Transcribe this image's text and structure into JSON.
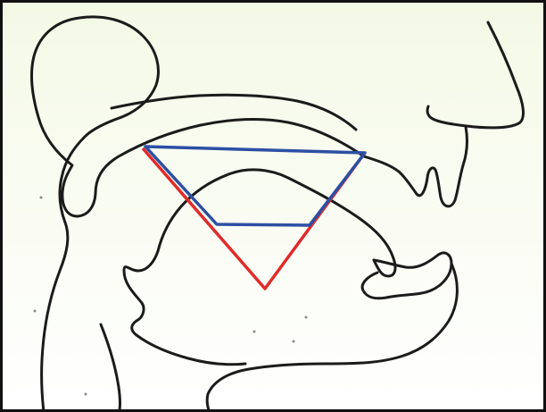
{
  "diagram": {
    "colors": {
      "background_top": "#f4f9e6",
      "background_bottom": "#ffffff",
      "outline": "#1b1b1b",
      "red_triangle": "#e12a2a",
      "blue_trapezoid": "#2c4fa3"
    },
    "icons": [
      "vocal-tract-outline",
      "vowel-triangle",
      "vowel-trapezoid"
    ]
  }
}
